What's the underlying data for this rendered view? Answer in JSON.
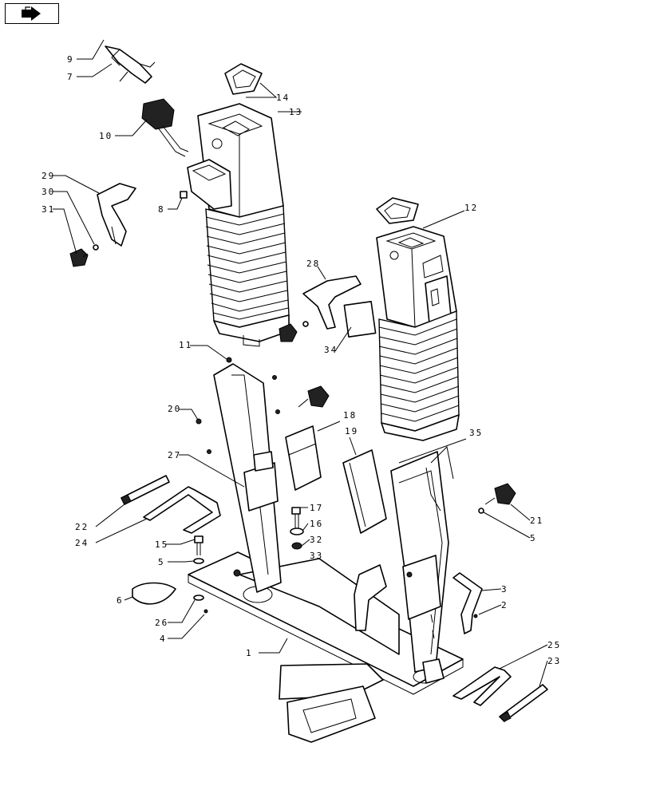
{
  "nav": {
    "icon": "forward-arrow-icon"
  },
  "callouts": {
    "c1": "1",
    "c2": "2",
    "c3": "3",
    "c4": "4",
    "c5a": "5",
    "c5b": "5",
    "c6": "6",
    "c7": "7",
    "c8": "8",
    "c9": "9",
    "c10": "10",
    "c11": "11",
    "c12": "12",
    "c13": "13",
    "c14": "14",
    "c15": "15",
    "c16": "16",
    "c17": "17",
    "c18": "18",
    "c19": "19",
    "c20": "20",
    "c21": "21",
    "c22": "22",
    "c23": "23",
    "c24": "24",
    "c25": "25",
    "c26": "26",
    "c27": "27",
    "c28": "28",
    "c29": "29",
    "c30": "30",
    "c31": "31",
    "c32": "32",
    "c33": "33",
    "c34": "34",
    "c35": "35"
  }
}
